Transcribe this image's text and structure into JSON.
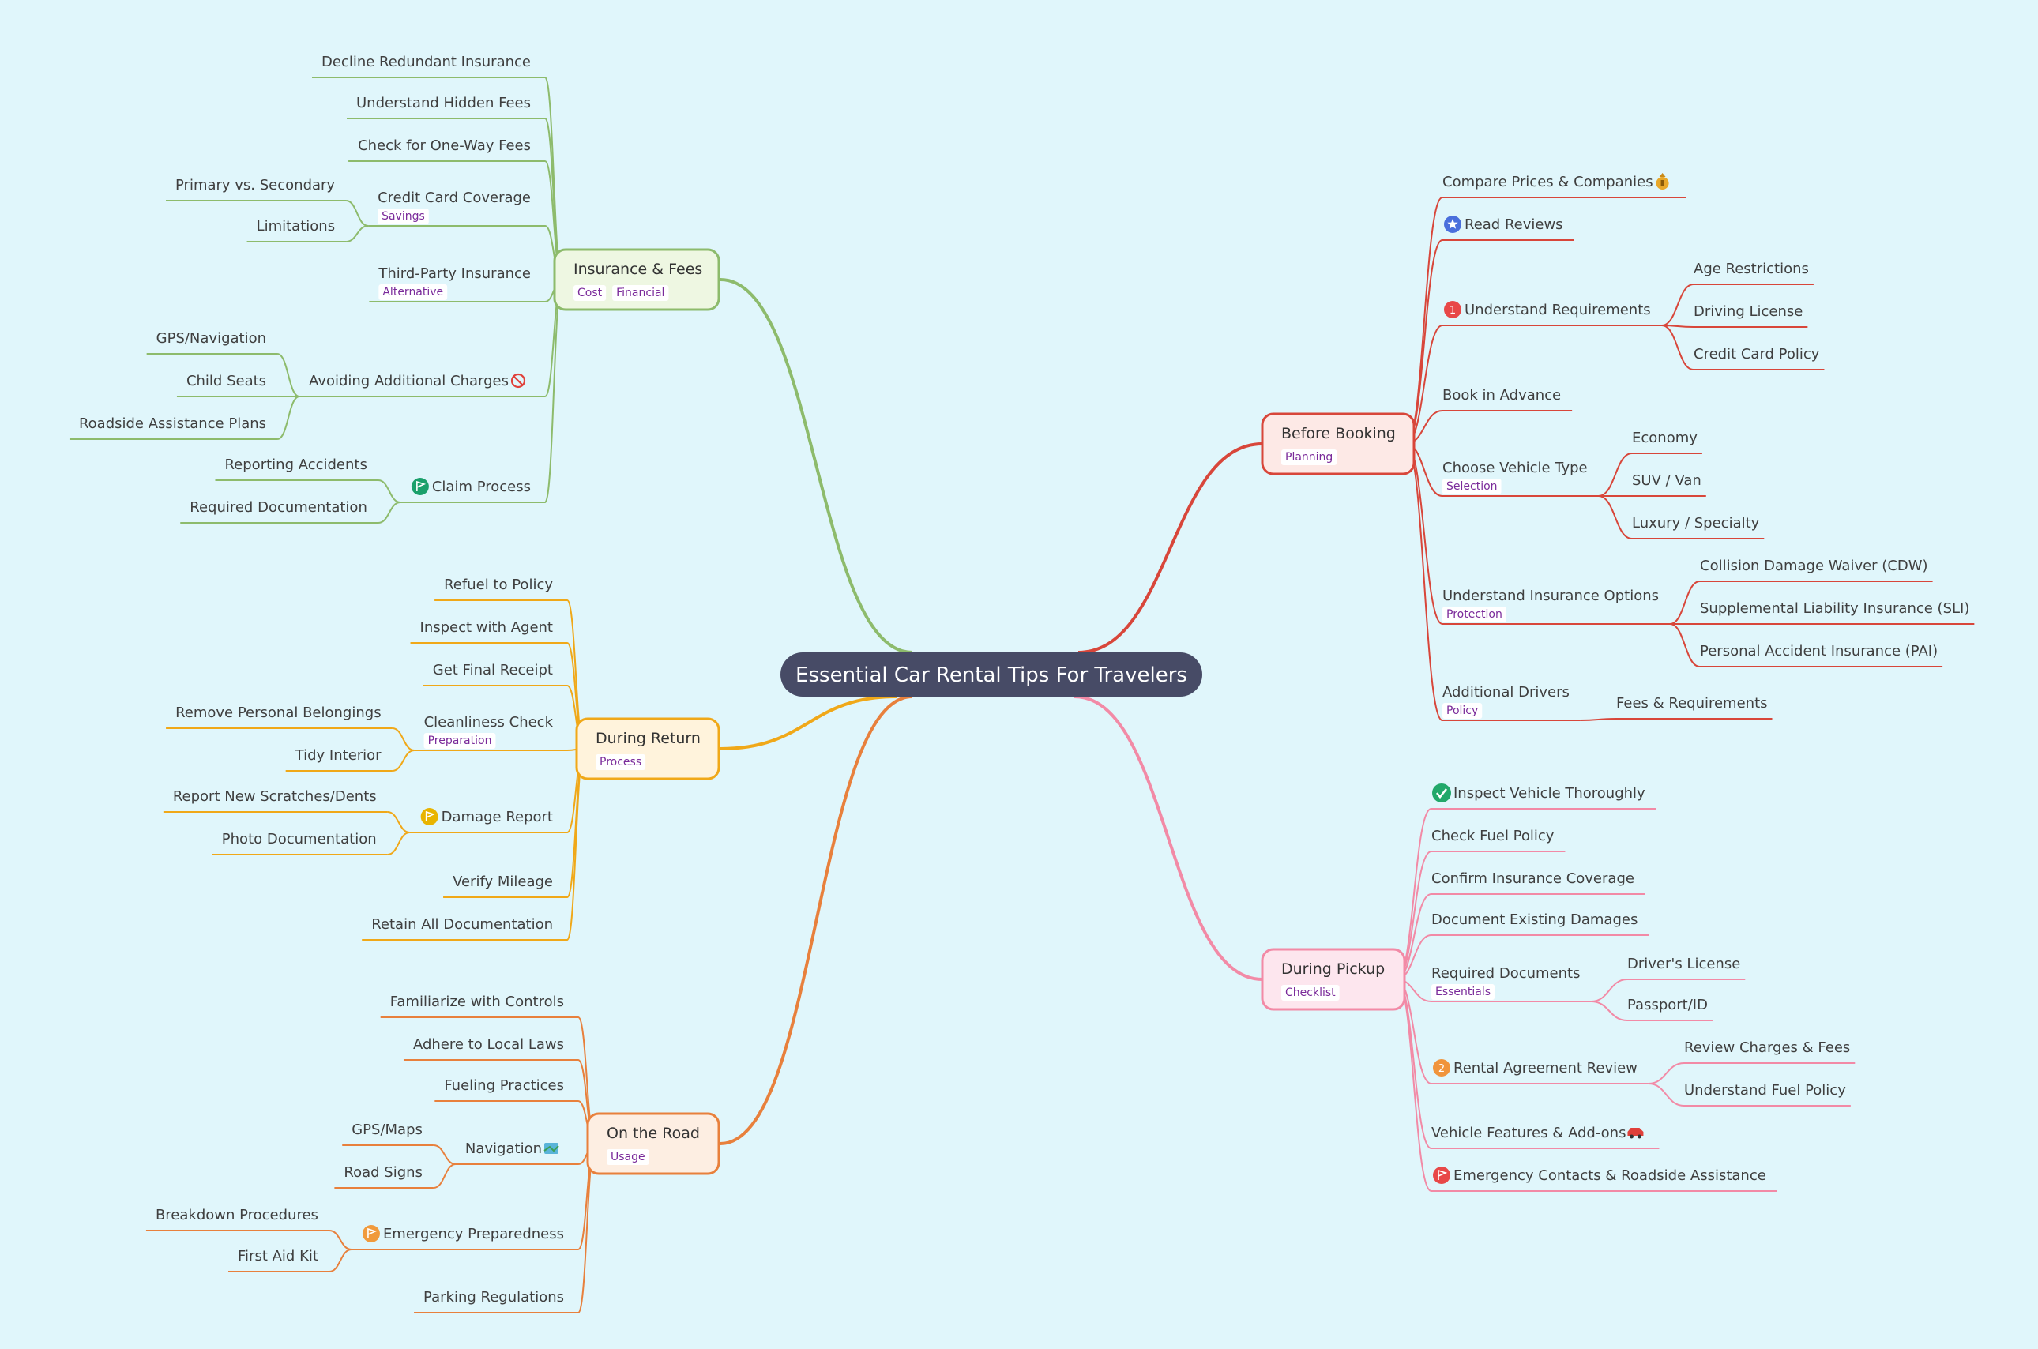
{
  "root": {
    "label": "Essential Car Rental Tips For Travelers",
    "color": "#474b66"
  },
  "branches": {
    "insurance": {
      "label": "Insurance & Fees",
      "tags": [
        "Cost",
        "Financial"
      ],
      "color": "#8dbb6c",
      "fill": "#eef7e2",
      "children": [
        {
          "label": "Decline Redundant Insurance"
        },
        {
          "label": "Understand Hidden Fees"
        },
        {
          "label": "Check for One-Way Fees"
        },
        {
          "label": "Credit Card Coverage",
          "tag": "Savings",
          "children": [
            {
              "label": "Primary vs. Secondary"
            },
            {
              "label": "Limitations"
            }
          ]
        },
        {
          "label": "Third-Party Insurance",
          "tag": "Alternative"
        },
        {
          "label": "Avoiding Additional Charges",
          "icon": "no-entry-icon",
          "children": [
            {
              "label": "GPS/Navigation"
            },
            {
              "label": "Child Seats"
            },
            {
              "label": "Roadside Assistance Plans"
            }
          ]
        },
        {
          "label": "Claim Process",
          "icon": "flag-icon",
          "icon_color": "#1aa06b",
          "children": [
            {
              "label": "Reporting Accidents"
            },
            {
              "label": "Required Documentation"
            }
          ]
        }
      ]
    },
    "return": {
      "label": "During Return",
      "tags": [
        "Process"
      ],
      "color": "#f0a818",
      "fill": "#fff3dc",
      "children": [
        {
          "label": "Refuel to Policy"
        },
        {
          "label": "Inspect with Agent"
        },
        {
          "label": "Get Final Receipt"
        },
        {
          "label": "Cleanliness Check",
          "tag": "Preparation",
          "children": [
            {
              "label": "Remove Personal Belongings"
            },
            {
              "label": "Tidy Interior"
            }
          ]
        },
        {
          "label": "Damage Report",
          "icon": "flag-icon",
          "icon_color": "#e8b400",
          "children": [
            {
              "label": "Report New Scratches/Dents"
            },
            {
              "label": "Photo Documentation"
            }
          ]
        },
        {
          "label": "Verify Mileage"
        },
        {
          "label": "Retain All Documentation"
        }
      ]
    },
    "road": {
      "label": "On the Road",
      "tags": [
        "Usage"
      ],
      "color": "#e8803c",
      "fill": "#fdeee2",
      "children": [
        {
          "label": "Familiarize with Controls"
        },
        {
          "label": "Adhere to Local Laws"
        },
        {
          "label": "Fueling Practices"
        },
        {
          "label": "Navigation",
          "icon": "map-icon",
          "children": [
            {
              "label": "GPS/Maps"
            },
            {
              "label": "Road Signs"
            }
          ]
        },
        {
          "label": "Emergency Preparedness",
          "icon": "flag-icon",
          "icon_color": "#f09a3c",
          "children": [
            {
              "label": "Breakdown Procedures"
            },
            {
              "label": "First Aid Kit"
            }
          ]
        },
        {
          "label": "Parking Regulations"
        }
      ]
    },
    "booking": {
      "label": "Before Booking",
      "tags": [
        "Planning"
      ],
      "color": "#d8463a",
      "fill": "#fde9e6",
      "children": [
        {
          "label": "Compare Prices & Companies",
          "icon": "money-bag-icon"
        },
        {
          "label": "Read Reviews",
          "icon": "star-icon",
          "icon_color": "#4a6fdc"
        },
        {
          "label": "Understand Requirements",
          "icon": "number-one-icon",
          "icon_text": "1",
          "icon_color": "#e84848",
          "children": [
            {
              "label": "Age Restrictions"
            },
            {
              "label": "Driving License"
            },
            {
              "label": "Credit Card Policy"
            }
          ]
        },
        {
          "label": "Book in Advance"
        },
        {
          "label": "Choose Vehicle Type",
          "tag": "Selection",
          "children": [
            {
              "label": "Economy"
            },
            {
              "label": "SUV / Van"
            },
            {
              "label": "Luxury / Specialty"
            }
          ]
        },
        {
          "label": "Understand Insurance Options",
          "tag": "Protection",
          "children": [
            {
              "label": "Collision Damage Waiver (CDW)"
            },
            {
              "label": "Supplemental Liability Insurance (SLI)"
            },
            {
              "label": "Personal Accident Insurance (PAI)"
            }
          ]
        },
        {
          "label": "Additional Drivers",
          "tag": "Policy",
          "children": [
            {
              "label": "Fees & Requirements"
            }
          ]
        }
      ]
    },
    "pickup": {
      "label": "During Pickup",
      "tags": [
        "Checklist"
      ],
      "color": "#f28aa6",
      "fill": "#fde6ee",
      "children": [
        {
          "label": "Inspect Vehicle Thoroughly",
          "icon": "check-icon",
          "icon_color": "#22a86a"
        },
        {
          "label": "Check Fuel Policy"
        },
        {
          "label": "Confirm Insurance Coverage"
        },
        {
          "label": "Document Existing Damages"
        },
        {
          "label": "Required Documents",
          "tag": "Essentials",
          "children": [
            {
              "label": "Driver's License"
            },
            {
              "label": "Passport/ID"
            }
          ]
        },
        {
          "label": "Rental Agreement Review",
          "icon": "number-two-icon",
          "icon_text": "2",
          "icon_color": "#f0943c",
          "children": [
            {
              "label": "Review Charges & Fees"
            },
            {
              "label": "Understand Fuel Policy"
            }
          ]
        },
        {
          "label": "Vehicle Features & Add-ons",
          "icon": "car-icon"
        },
        {
          "label": "Emergency Contacts & Roadside Assistance",
          "icon": "flag-icon",
          "icon_color": "#e84848"
        }
      ]
    }
  }
}
